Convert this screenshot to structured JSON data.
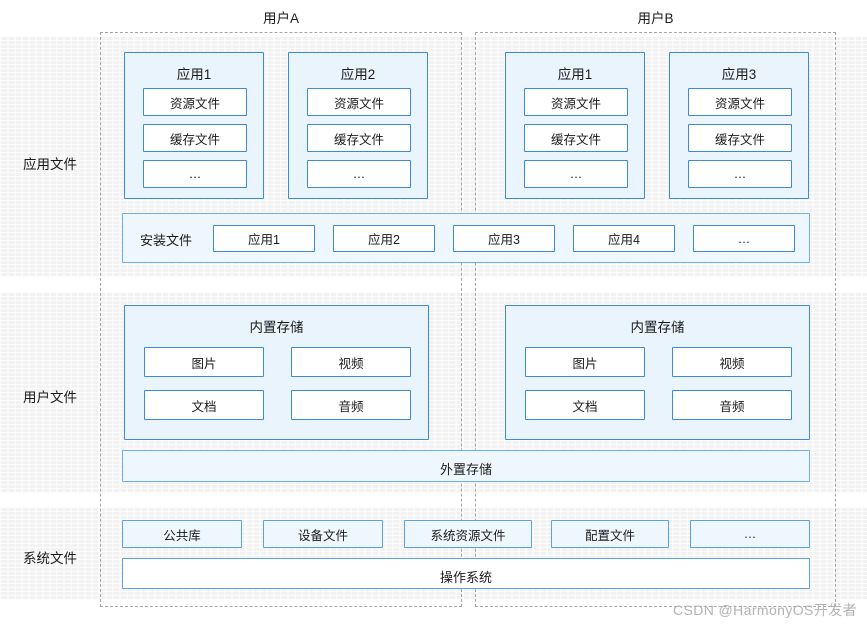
{
  "bands": [
    {
      "label": "应用文件"
    },
    {
      "label": "用户文件"
    },
    {
      "label": "系统文件"
    }
  ],
  "users": [
    {
      "title": "用户A"
    },
    {
      "title": "用户B"
    }
  ],
  "app_files": {
    "user_a_apps": [
      {
        "title": "应用1",
        "items": [
          "资源文件",
          "缓存文件",
          "…"
        ]
      },
      {
        "title": "应用2",
        "items": [
          "资源文件",
          "缓存文件",
          "…"
        ]
      }
    ],
    "user_b_apps": [
      {
        "title": "应用1",
        "items": [
          "资源文件",
          "缓存文件",
          "…"
        ]
      },
      {
        "title": "应用3",
        "items": [
          "资源文件",
          "缓存文件",
          "…"
        ]
      }
    ],
    "install_bar": {
      "label": "安装文件",
      "items": [
        "应用1",
        "应用2",
        "应用3",
        "应用4",
        "…"
      ]
    }
  },
  "user_files": {
    "internal_storage_title": "内置存储",
    "user_a_items": [
      "图片",
      "视频",
      "文档",
      "音频"
    ],
    "user_b_items": [
      "图片",
      "视频",
      "文档",
      "音频"
    ],
    "external_storage_label": "外置存储"
  },
  "system_files": {
    "items": [
      "公共库",
      "设备文件",
      "系统资源文件",
      "配置文件",
      "…"
    ],
    "os_label": "操作系统"
  },
  "watermark": "CSDN @HarmonyOS开发者",
  "colors": {
    "band_bg": "#f2f2f2",
    "box_border": "#3d8bd4",
    "box_fill": "#eaf4fd",
    "bar_border": "#6fb0e8",
    "bar_fill": "#eff7fe",
    "dashed_border": "#a6a6a6",
    "text": "#1a1a1a",
    "watermark": "#b3b3b3"
  }
}
